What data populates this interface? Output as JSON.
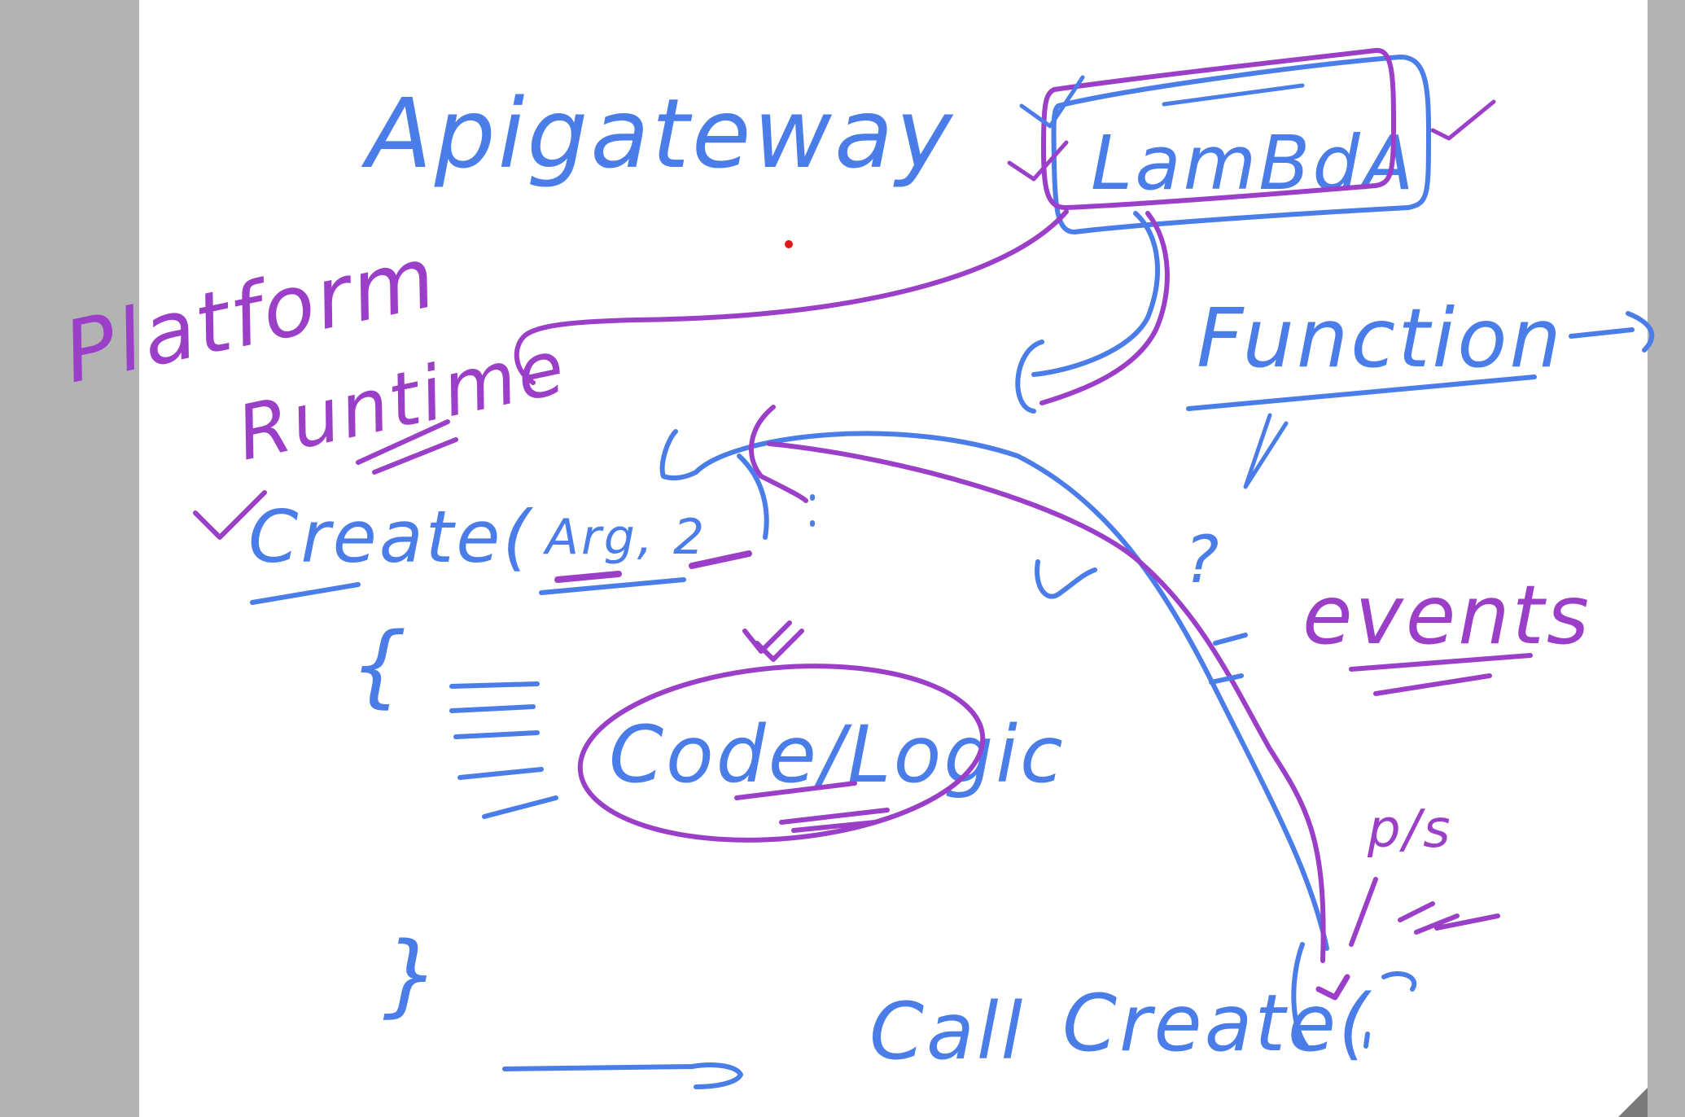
{
  "colors": {
    "background": "#ffffff",
    "gutter": "#b3b3b3",
    "ink_blue": "#4a7de8",
    "ink_purple": "#9b3fc9",
    "pointer_red": "#e01818"
  },
  "labels": {
    "apigateway": "Apigateway",
    "lambda": "LamBdA",
    "function": "Function",
    "platform": "Platform",
    "runtime": "Runtime",
    "create_call": "Create(",
    "args": "Arg, 2",
    "events": "events",
    "code_logic": "Code/Logic",
    "call": "Call",
    "call_create": "Create(",
    "open_brace": "{",
    "close_brace": "}",
    "question": "?",
    "params": "p/s"
  }
}
